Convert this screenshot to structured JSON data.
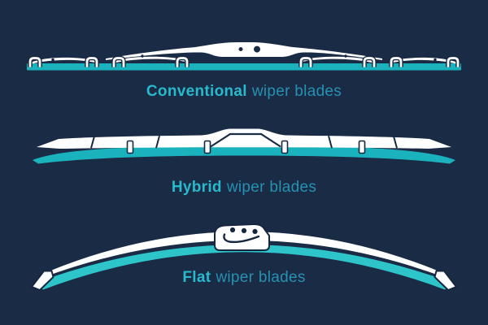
{
  "colors": {
    "bg": "#1a2b45",
    "teal": "#1ab3bd",
    "teal_bright": "#2dc4ca",
    "cyan_bold": "#28b9cd",
    "label_teal": "#2691b2",
    "white": "#ffffff",
    "outline": "#16263e"
  },
  "blades": [
    {
      "id": "conventional",
      "label_bold": "Conventional",
      "label_rest": "wiper blades"
    },
    {
      "id": "hybrid",
      "label_bold": "Hybrid",
      "label_rest": "wiper blades"
    },
    {
      "id": "flat",
      "label_bold": "Flat",
      "label_rest": "wiper blades"
    }
  ]
}
